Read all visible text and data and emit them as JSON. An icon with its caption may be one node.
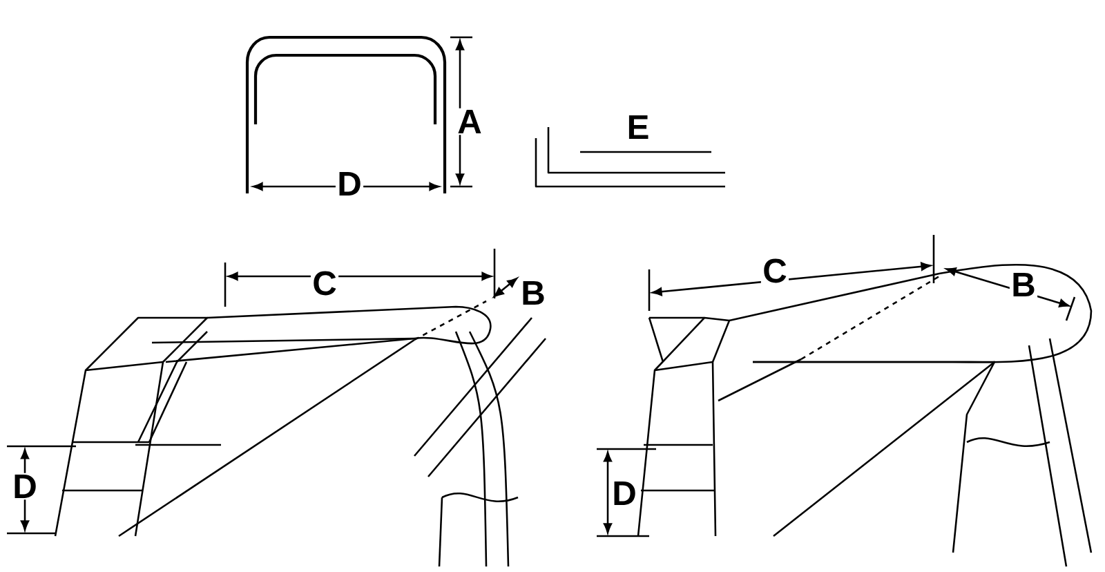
{
  "diagram": {
    "labels": [
      "A",
      "E",
      "D",
      "C",
      "B",
      "C",
      "B",
      "D",
      "D"
    ]
  }
}
